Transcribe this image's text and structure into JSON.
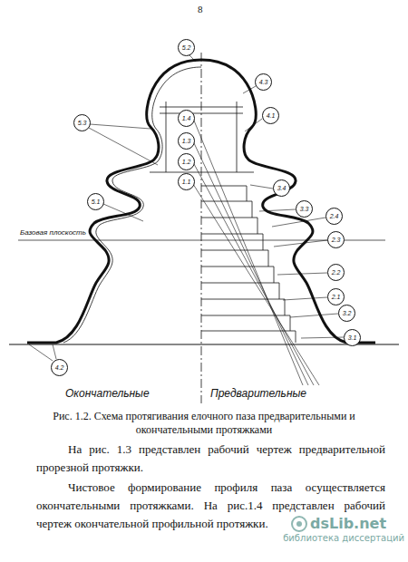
{
  "diagram": {
    "caption": "Рис. 1.2. Схема протягивания елочного паза предварительными и окончательными протяжками",
    "labels": [
      "8",
      "5.2",
      "4.3",
      "5.3",
      "1.4",
      "4.1",
      "1.3",
      "1.2",
      "1.1",
      "3.4",
      "5.1",
      "3.3",
      "2.4",
      "2.3",
      "2.2",
      "2.1",
      "3.2",
      "3.1",
      "Базовая плоскость",
      "4.2",
      "Окончательные",
      "Предварительные",
      "На рис. 1.3 представлен рабочий чертеж предварительной прорезной протяжки.",
      "Чистовое формирование профиля паза осуществляется окончательными протяжками. На рис.1.4 представлен рабочий чертеж окончательной профильной протяжки.",
      "dsLib.net",
      "библиотека диссертаций"
    ]
  }
}
